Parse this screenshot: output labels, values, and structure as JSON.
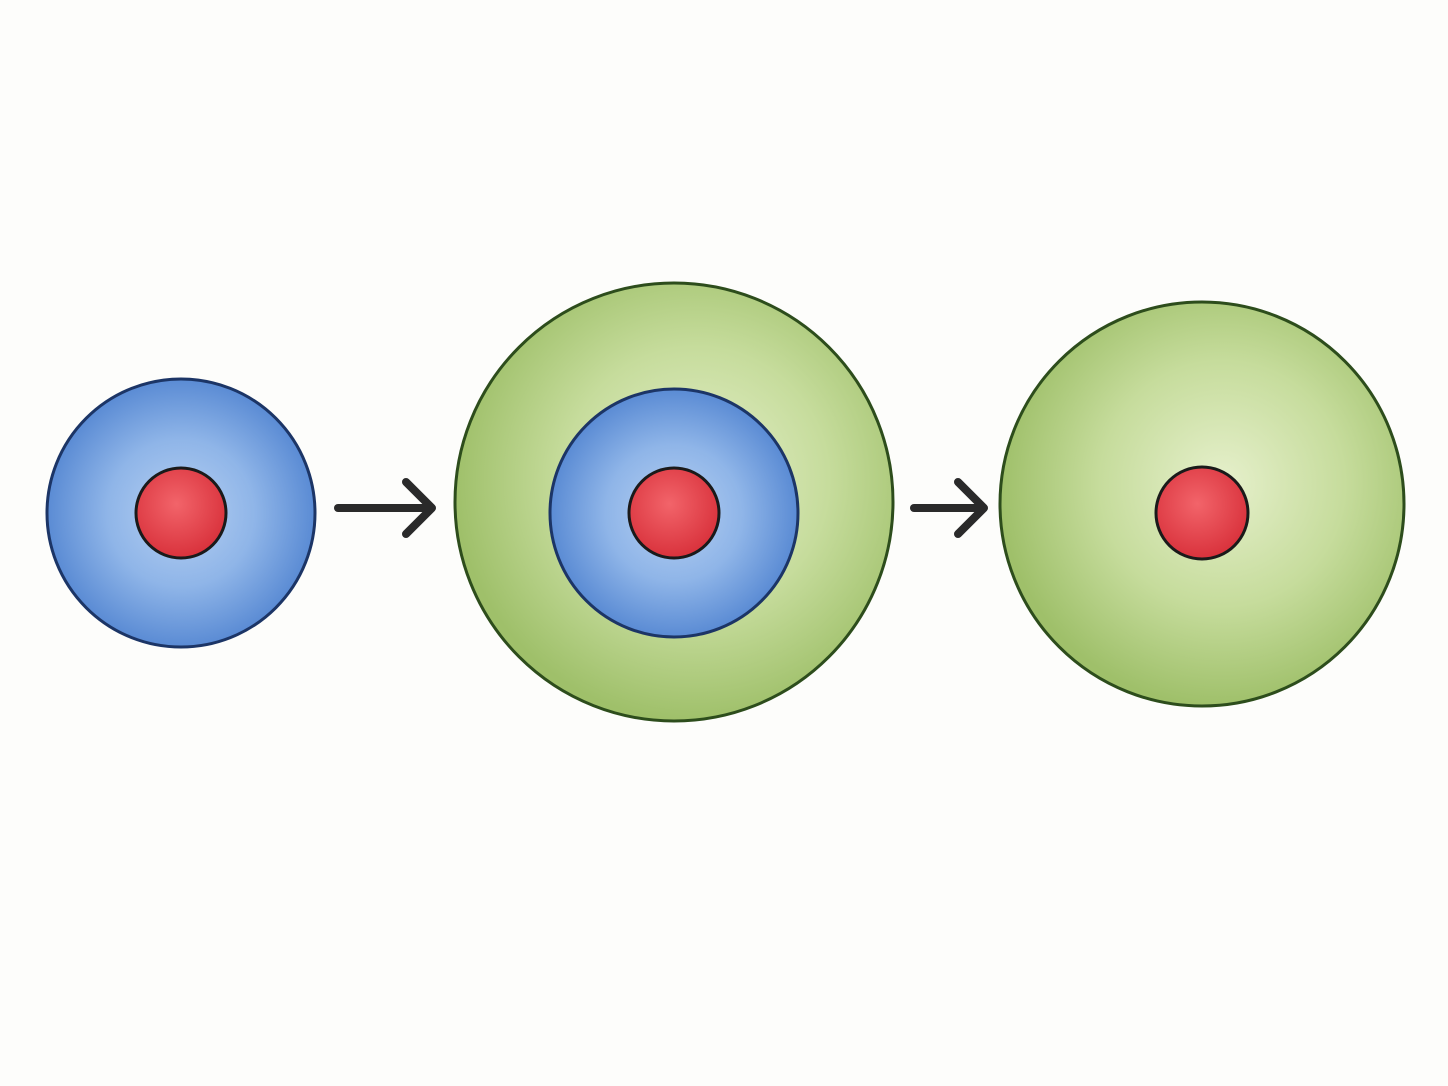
{
  "diagram": {
    "stages": [
      {
        "id": "stage-1",
        "layers": [
          {
            "name": "outer-blue-shell",
            "fill": "#6f9fdb",
            "stroke": "#1c3566"
          },
          {
            "name": "core",
            "fill": "#e03c45",
            "stroke": "#1a1a1a"
          }
        ]
      },
      {
        "id": "stage-2",
        "layers": [
          {
            "name": "outer-green-shell",
            "fill": "#b8d48a",
            "stroke": "#2d4d1c"
          },
          {
            "name": "middle-blue-shell",
            "fill": "#6f9fdb",
            "stroke": "#1c3566"
          },
          {
            "name": "core",
            "fill": "#e03c45",
            "stroke": "#1a1a1a"
          }
        ]
      },
      {
        "id": "stage-3",
        "layers": [
          {
            "name": "outer-green-shell",
            "fill": "#b8d48a",
            "stroke": "#2d4d1c"
          },
          {
            "name": "core",
            "fill": "#e03c45",
            "stroke": "#1a1a1a"
          }
        ]
      }
    ],
    "connectors": [
      {
        "from": "stage-1",
        "to": "stage-2",
        "icon": "arrow-right-icon"
      },
      {
        "from": "stage-2",
        "to": "stage-3",
        "icon": "arrow-right-icon"
      }
    ],
    "colors": {
      "background": "#fdfdfb",
      "arrow": "#2a2a2a"
    }
  }
}
